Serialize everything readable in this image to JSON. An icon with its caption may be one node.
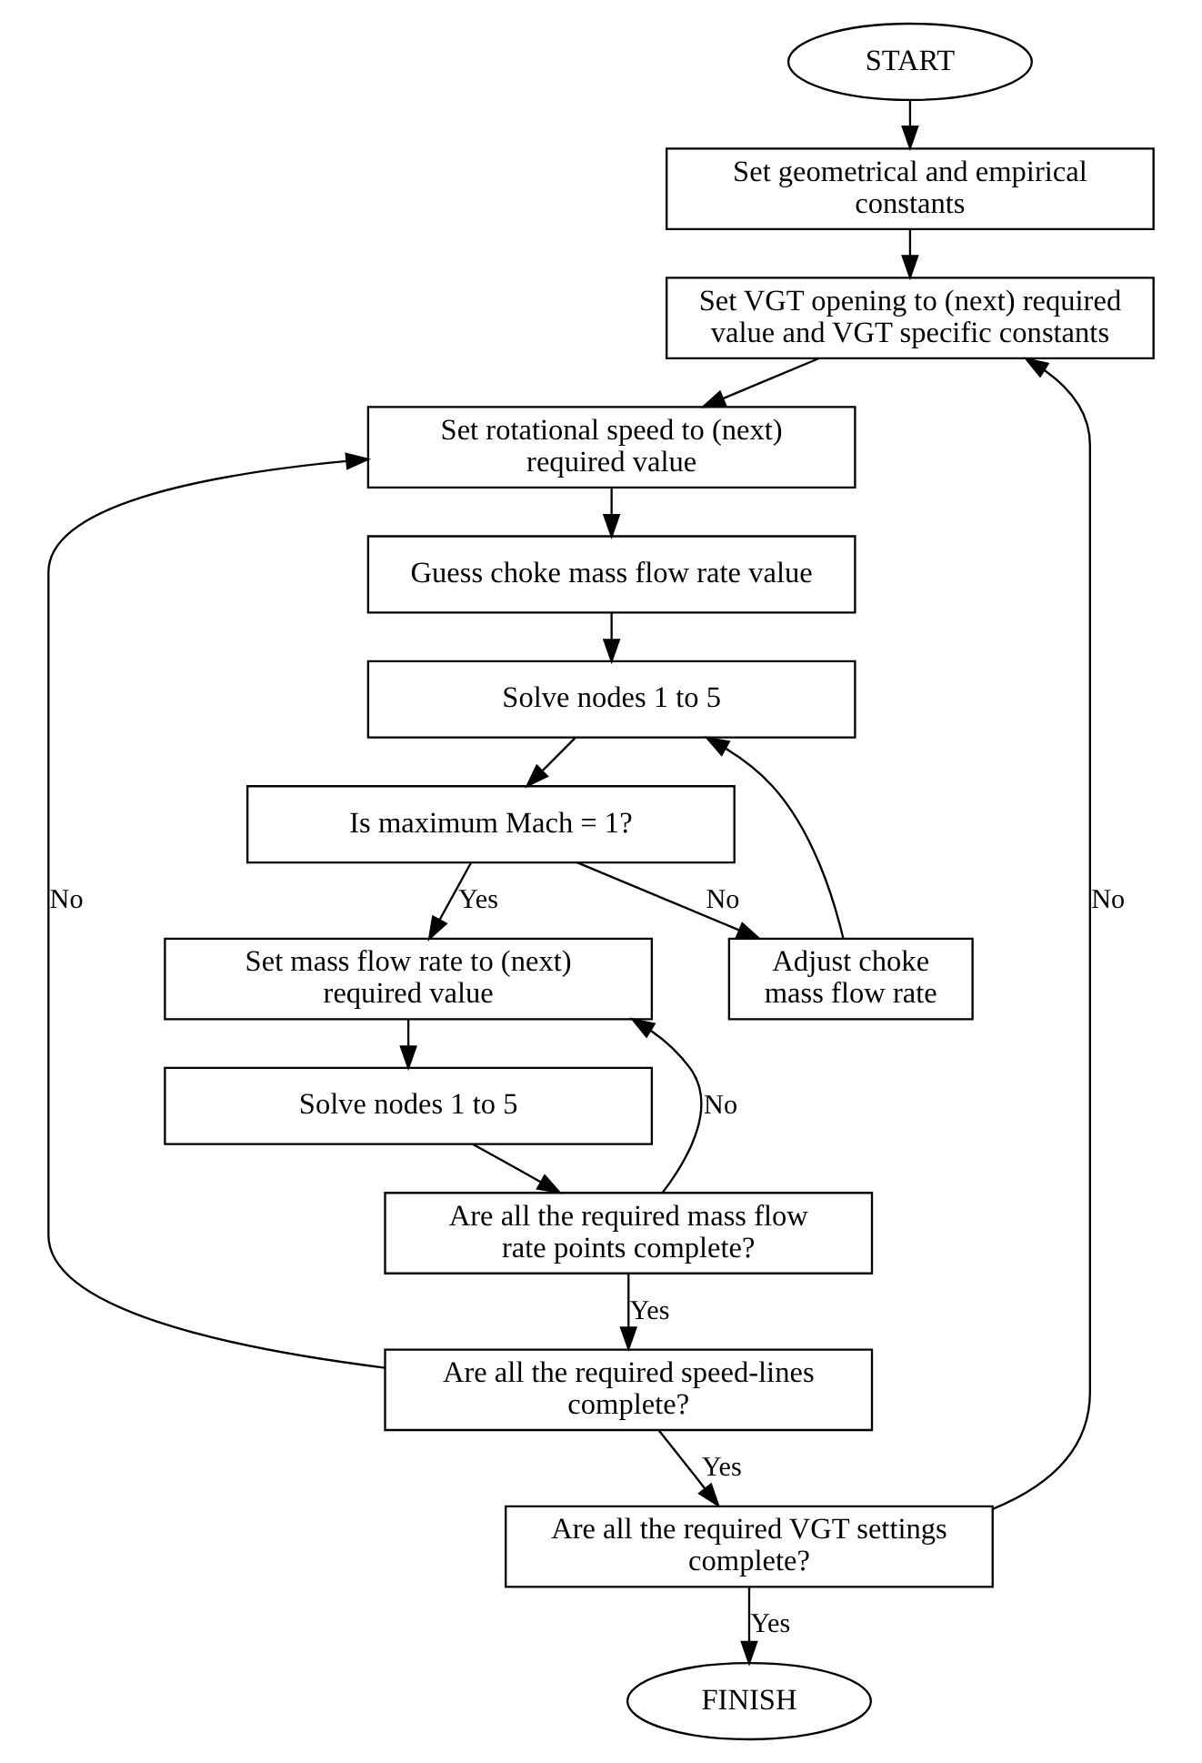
{
  "diagram": {
    "nodes": [
      {
        "text": [
          "START"
        ]
      },
      {
        "text": [
          "Set geometrical and empirical constants"
        ]
      },
      {
        "text": [
          "Set VGT opening to (next) required value and VGT specific constants"
        ]
      },
      {
        "text": [
          "Set rotational speed to (next) required value"
        ]
      },
      {
        "text": [
          "Guess choke mass flow rate value"
        ]
      },
      {
        "text": [
          "Solve nodes 1 to 5"
        ]
      },
      {
        "text": [
          "Adjust choke mass flow rate"
        ]
      },
      {
        "text": [
          "Is maximum Mach = 1?"
        ]
      },
      {
        "text": [
          "Set mass flow rate to (next) required value"
        ]
      },
      {
        "text": [
          "Solve nodes 1 to 5"
        ]
      },
      {
        "text": [
          "Are all the required mass flow rate points complete?"
        ]
      },
      {
        "text": [
          "Are all the required speed-lines complete?"
        ]
      },
      {
        "text": [
          "Are all the required VGT settings complete?"
        ]
      },
      {
        "text": [
          "FINISH"
        ]
      }
    ],
    "edges": [
      {
        "from": 0,
        "to": 1,
        "arrow": "to"
      },
      {
        "from": 1,
        "to": 2,
        "arrow": "to"
      },
      {
        "from": 2,
        "to": 3,
        "arrow": "to"
      },
      {
        "from": 3,
        "to": 4,
        "arrow": "to"
      },
      {
        "from": 4,
        "to": 5,
        "arrow": "to"
      },
      {
        "from": 5,
        "to": 7,
        "arrow": "to"
      },
      {
        "from": 7,
        "to": 6,
        "arrow": "to",
        "label": "No"
      },
      {
        "from": 6,
        "to": 5,
        "arrow": "to"
      },
      {
        "from": 7,
        "to": 8,
        "arrow": "to",
        "label": "Yes"
      },
      {
        "from": 8,
        "to": 9,
        "arrow": "to"
      },
      {
        "from": 9,
        "to": 10,
        "arrow": "to"
      },
      {
        "from": 10,
        "to": 8,
        "arrow": "to",
        "label": "No"
      },
      {
        "from": 10,
        "to": 11,
        "arrow": "to",
        "label": "Yes"
      },
      {
        "from": 11,
        "to": 3,
        "arrow": "to",
        "label": "No"
      },
      {
        "from": 11,
        "to": 12,
        "arrow": "to",
        "label": "Yes"
      },
      {
        "from": 12,
        "to": 2,
        "arrow": "to",
        "label": "No"
      },
      {
        "from": 12,
        "to": 13,
        "arrow": "to",
        "label": "Yes"
      }
    ]
  }
}
